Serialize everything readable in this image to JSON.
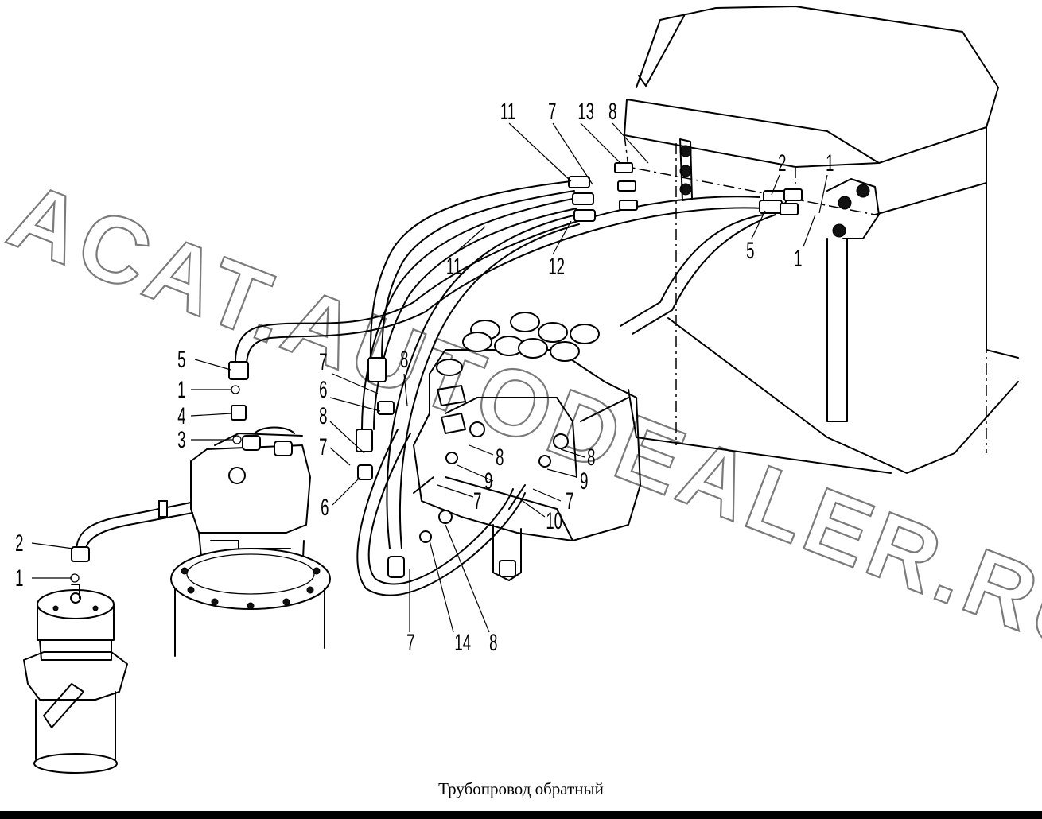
{
  "diagram": {
    "caption": "Трубопровод обратный",
    "watermark": "ACAT.AUTODEALER.RU",
    "callouts": [
      {
        "id": "c1",
        "text": "11"
      },
      {
        "id": "c2",
        "text": "7"
      },
      {
        "id": "c3",
        "text": "13"
      },
      {
        "id": "c4",
        "text": "8"
      },
      {
        "id": "c5",
        "text": "2"
      },
      {
        "id": "c6",
        "text": "1"
      },
      {
        "id": "c7",
        "text": "5"
      },
      {
        "id": "c8",
        "text": "1"
      },
      {
        "id": "c9",
        "text": "11"
      },
      {
        "id": "c10",
        "text": "12"
      },
      {
        "id": "c11",
        "text": "5"
      },
      {
        "id": "c12",
        "text": "1"
      },
      {
        "id": "c13",
        "text": "4"
      },
      {
        "id": "c14",
        "text": "3"
      },
      {
        "id": "c15",
        "text": "2"
      },
      {
        "id": "c16",
        "text": "1"
      },
      {
        "id": "c17",
        "text": "7"
      },
      {
        "id": "c18",
        "text": "8"
      },
      {
        "id": "c19",
        "text": "6"
      },
      {
        "id": "c20",
        "text": "8"
      },
      {
        "id": "c21",
        "text": "7"
      },
      {
        "id": "c22",
        "text": "6"
      },
      {
        "id": "c23",
        "text": "8"
      },
      {
        "id": "c24",
        "text": "8"
      },
      {
        "id": "c25",
        "text": "9"
      },
      {
        "id": "c26",
        "text": "9"
      },
      {
        "id": "c27",
        "text": "7"
      },
      {
        "id": "c28",
        "text": "7"
      },
      {
        "id": "c29",
        "text": "10"
      },
      {
        "id": "c30",
        "text": "7"
      },
      {
        "id": "c31",
        "text": "14"
      },
      {
        "id": "c32",
        "text": "8"
      }
    ]
  }
}
